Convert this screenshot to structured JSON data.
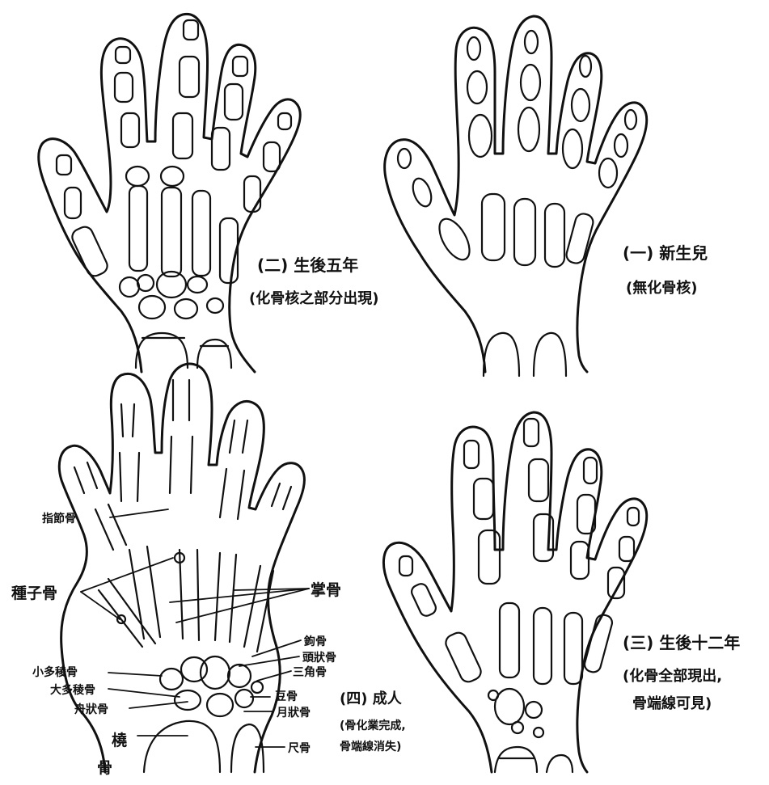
{
  "panels": {
    "newborn": {
      "caption": "(一) 新生兒",
      "note": "(無化骨核)"
    },
    "age5": {
      "caption": "(二) 生後五年",
      "note": "(化骨核之部分出現)"
    },
    "age12": {
      "caption": "(三) 生後十二年",
      "note_line1": "(化骨全部現出,",
      "note_line2": "骨端線可見)"
    },
    "adult": {
      "caption": "(四) 成人",
      "note_line1": "(骨化業完成,",
      "note_line2": "骨端線消失)"
    }
  },
  "labels": {
    "phalanges": "指節骨",
    "sesamoid": "種子骨",
    "metacarpals": "掌骨",
    "hamate": "鉤骨",
    "capitate": "頭狀骨",
    "triquetral": "三角骨",
    "pisiform": "豆骨",
    "trapezoid": "小多稜骨",
    "trapezium": "大多稜骨",
    "scaphoid": "舟狀骨",
    "lunate": "月狀骨",
    "radius_top": "橈",
    "radius_bottom": "骨",
    "ulna": "尺骨"
  }
}
